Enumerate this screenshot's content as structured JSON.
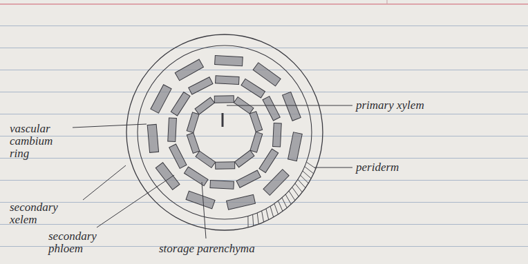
{
  "diagram": {
    "labels": [
      "primary xylem",
      "vascular cambium ring",
      "secondary xelem",
      "secondary phloem",
      "storage parenchyma",
      "periderm"
    ]
  }
}
